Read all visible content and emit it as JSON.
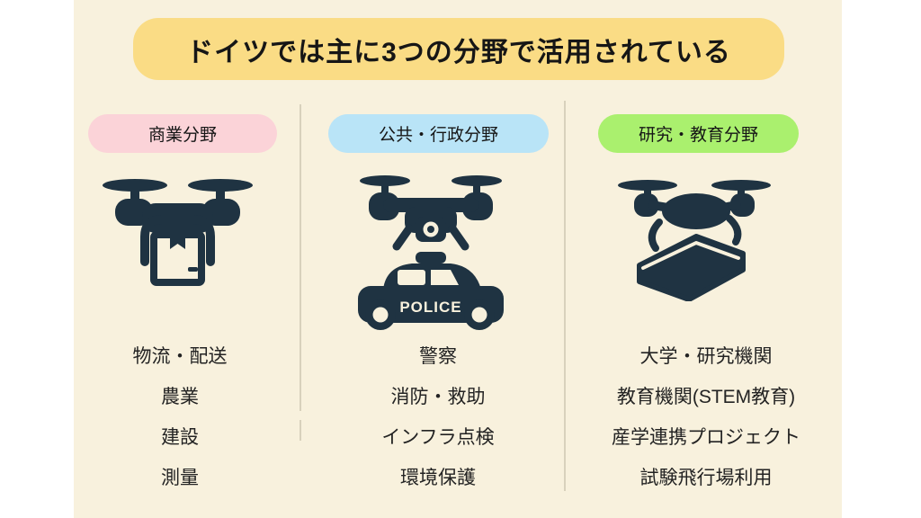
{
  "colors": {
    "outer_background": "#ffffff",
    "canvas_background": "#f8f1dd",
    "banner_background": "#fadc85",
    "icon_color": "#1f3342",
    "divider_color": "#d8d1bc",
    "text_color": "#1f1f1f"
  },
  "title": {
    "text": "ドイツでは主に3つの分野で活用されている"
  },
  "columns": [
    {
      "badge": "商業分野",
      "badge_color": "#fbd3d8",
      "icon": "delivery-drone-icon",
      "items": [
        "物流・配送",
        "農業",
        "建設",
        "測量"
      ]
    },
    {
      "badge": "公共・行政分野",
      "badge_color": "#b9e4f7",
      "icon": "police-drone-icon",
      "police_label": "POLICE",
      "items": [
        "警察",
        "消防・救助",
        "インフラ点検",
        "環境保護"
      ]
    },
    {
      "badge": "研究・教育分野",
      "badge_color": "#aaf06e",
      "icon": "book-drone-icon",
      "items": [
        "大学・研究機関",
        "教育機関(STEM教育)",
        "産学連携プロジェクト",
        "試験飛行場利用"
      ]
    }
  ]
}
